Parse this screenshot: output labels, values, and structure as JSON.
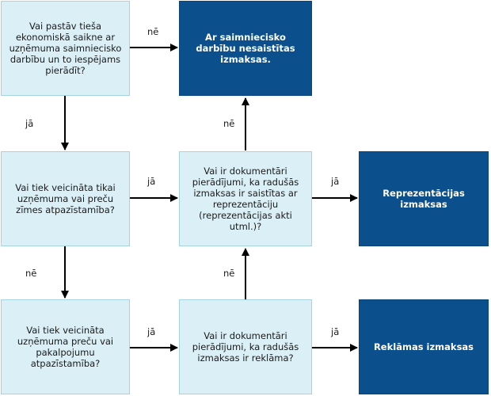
{
  "nodes": {
    "q1": "Vai pastāv tieša ekonomiskā saikne ar uzņēmuma saimniecisko darbību un to iespējams pierādīt?",
    "r1": "Ar saimniecisko darbību nesaistītas izmaksas.",
    "q2": "Vai tiek veicināta tikai uzņēmuma vai preču zīmes atpazīstamība?",
    "q3": "Vai ir dokumentāri pierādījumi, ka radušās izmaksas ir saistītas ar reprezentāciju (reprezentācijas akti utml.)?",
    "r2": "Reprezentācijas izmaksas",
    "q4": "Vai tiek veicināta uzņēmuma preču vai pakalpojumu atpazīstamība?",
    "q5": "Vai ir dokumentāri pierādījumi, ka radušās izmaksas ir reklāma?",
    "r3": "Reklāmas izmaksas"
  },
  "edges": {
    "q1_r1": "nē",
    "q1_q2": "jā",
    "q2_q3": "jā",
    "q3_r1": "nē",
    "q3_r2": "jā",
    "q2_q4": "nē",
    "q4_q5": "jā",
    "q5_q3": "nē",
    "q5_r3": "jā"
  }
}
